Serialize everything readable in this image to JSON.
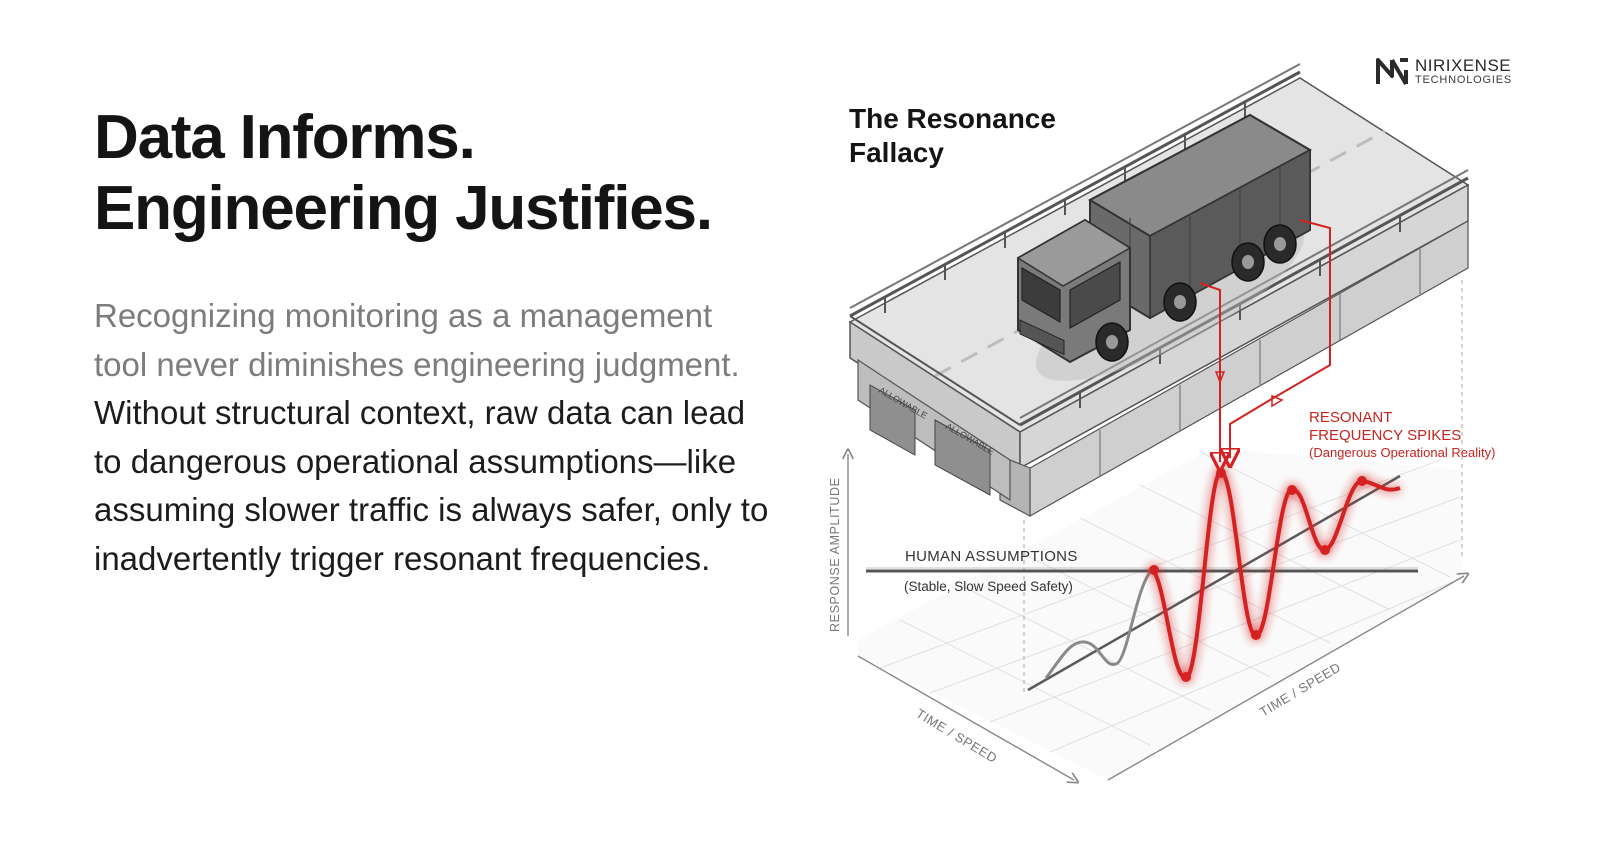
{
  "headline": {
    "line1": "Data Informs.",
    "line2": "Engineering Justifies."
  },
  "body": {
    "muted_part": "Recognizing monitoring as a management tool never diminishes engineering judgment.",
    "main_part": "Without structural context, raw data can lead to dangerous operational assumptions—like assuming slower traffic is always safer, only to inadvertently trigger resonant frequencies."
  },
  "logo": {
    "name": "NIRIXENSE",
    "tagline": "TECHNOLOGIES"
  },
  "diagram": {
    "title_line1": "The Resonance",
    "title_line2": "Fallacy",
    "human_label": "HUMAN ASSUMPTIONS",
    "human_sub": "(Stable, Slow Speed Safety)",
    "resonant_line1": "RESONANT",
    "resonant_line2": "FREQUENCY SPIKES",
    "resonant_sub": "(Dangerous Operational Reality)",
    "y_axis": "RESPONSE AMPLITUDE",
    "x_axis_left": "TIME / SPEED",
    "x_axis_right": "TIME / SPEED",
    "spike_color": "#d42222",
    "bridge_panel_1": "ALLOWABLE",
    "bridge_panel_2": "ALLOWABLE"
  }
}
